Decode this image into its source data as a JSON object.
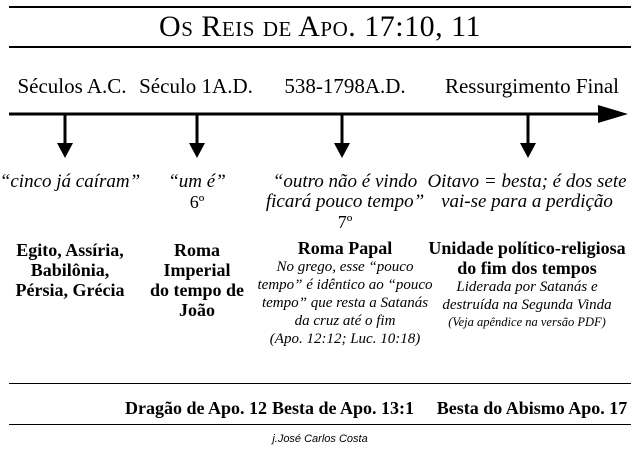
{
  "title": "Os Reis de Apo. 17:10, 11",
  "eras": [
    {
      "label": "Séculos A.C."
    },
    {
      "label": "Século 1A.D."
    },
    {
      "label": "538-1798A.D."
    },
    {
      "label": "Ressurgimento Final"
    }
  ],
  "col1": {
    "quote": "“cinco já caíram”",
    "names": [
      "Egito, Assíria,",
      "Babilônia,",
      "Pérsia, Grécia"
    ]
  },
  "col2": {
    "quote": "“um é”",
    "ordinal": "6º",
    "names": [
      "Roma",
      "Imperial",
      "do tempo de",
      "João"
    ]
  },
  "col3": {
    "quote_lines": [
      "“outro não é vindo",
      "ficará pouco tempo”"
    ],
    "ordinal": "7º",
    "heading": "Roma Papal",
    "note_lines": [
      "No grego, esse “pouco",
      "tempo” é idêntico ao “pouco",
      "tempo” que resta a Satanás",
      "da cruz até o fim",
      "(Apo. 12:12; Luc. 10:18)"
    ]
  },
  "col4": {
    "quote_lines": [
      "Oitavo = besta; é dos sete",
      "vai-se para a perdição"
    ],
    "heading_lines": [
      "Unidade político-religiosa",
      "do fim dos tempos"
    ],
    "note_lines": [
      "Liderada por Satanás e",
      "destruída na Segunda Vinda"
    ],
    "small_note": "(Veja apêndice na versão PDF)"
  },
  "bottom_labels": [
    "Dragão de Apo. 12",
    "Besta de Apo. 13:1",
    "Besta do Abismo Apo. 17"
  ],
  "author": "j.José Carlos Costa",
  "colors": {
    "ink": "#000000",
    "background": "#ffffff"
  }
}
